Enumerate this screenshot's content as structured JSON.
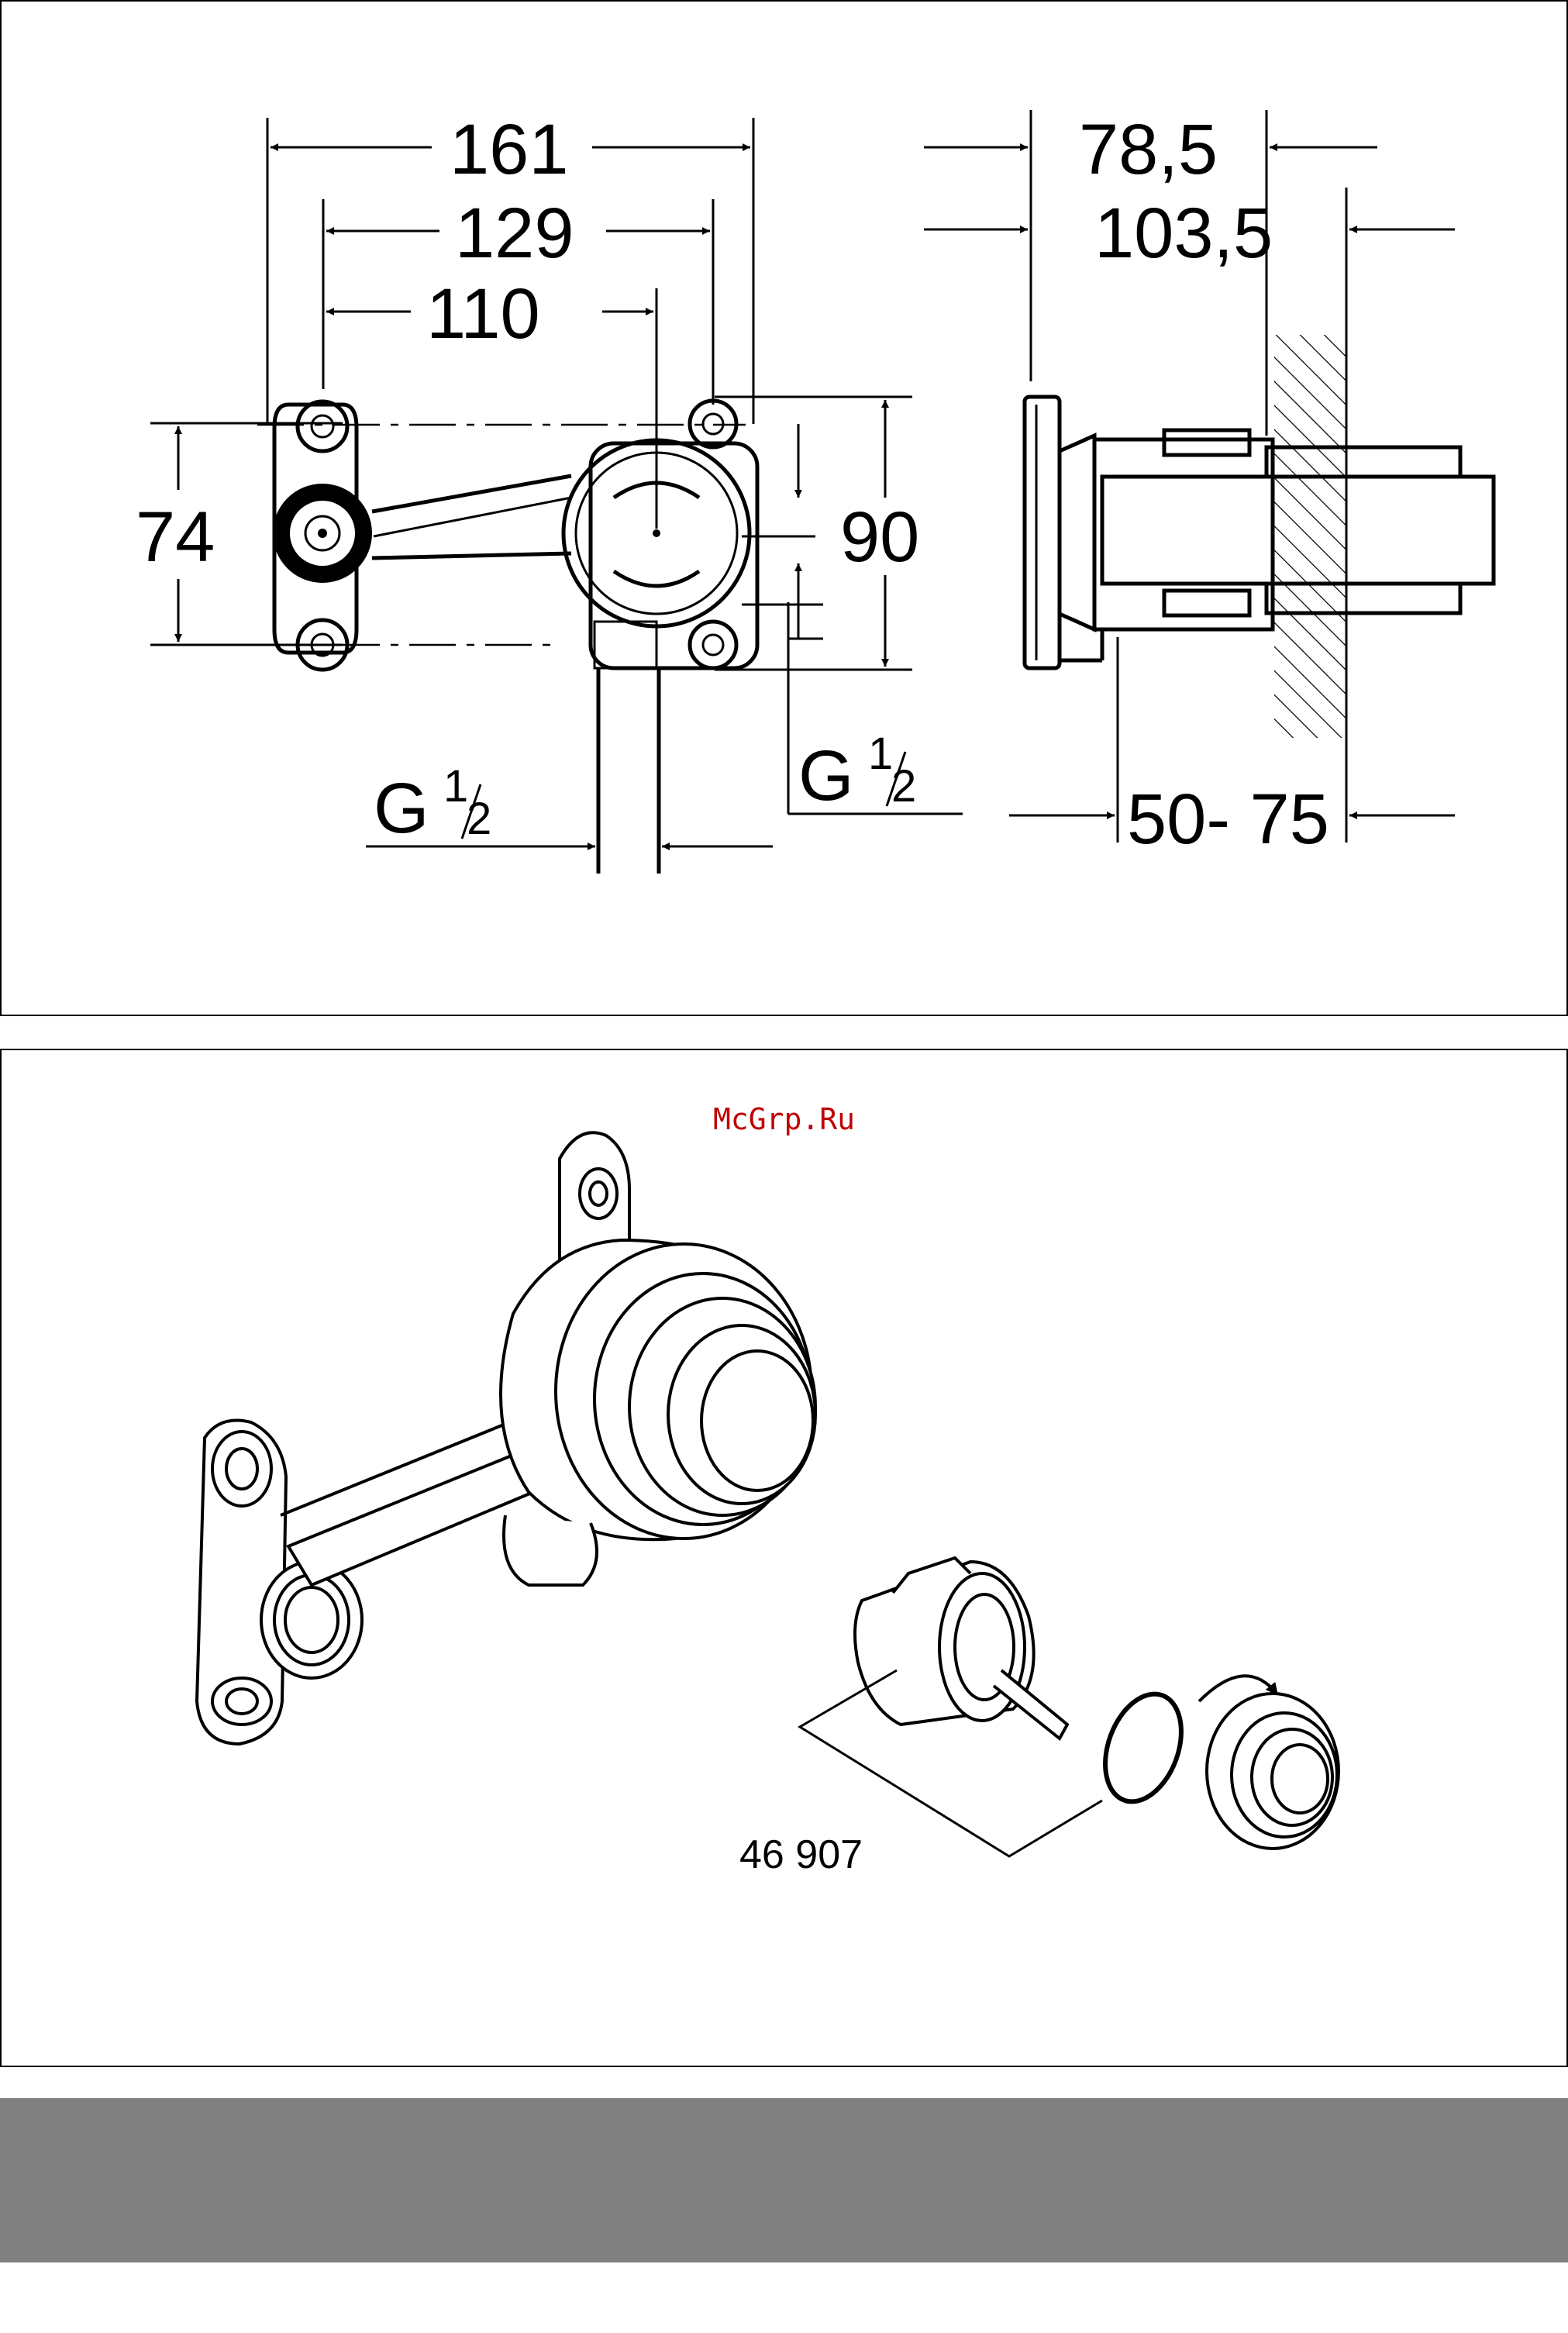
{
  "dimensions": {
    "width_161": "161",
    "width_129": "129",
    "width_110": "110",
    "height_74": "74",
    "height_90": "90",
    "depth_78_5": "78,5",
    "depth_103_5": "103,5",
    "range_50_75": "50- 75",
    "thread_left": "G",
    "thread_left_num": "1",
    "thread_left_den": "2",
    "thread_right": "G",
    "thread_right_num": "1",
    "thread_right_den": "2"
  },
  "exploded": {
    "part_number": "46 907",
    "watermark": "McGrp.Ru"
  }
}
